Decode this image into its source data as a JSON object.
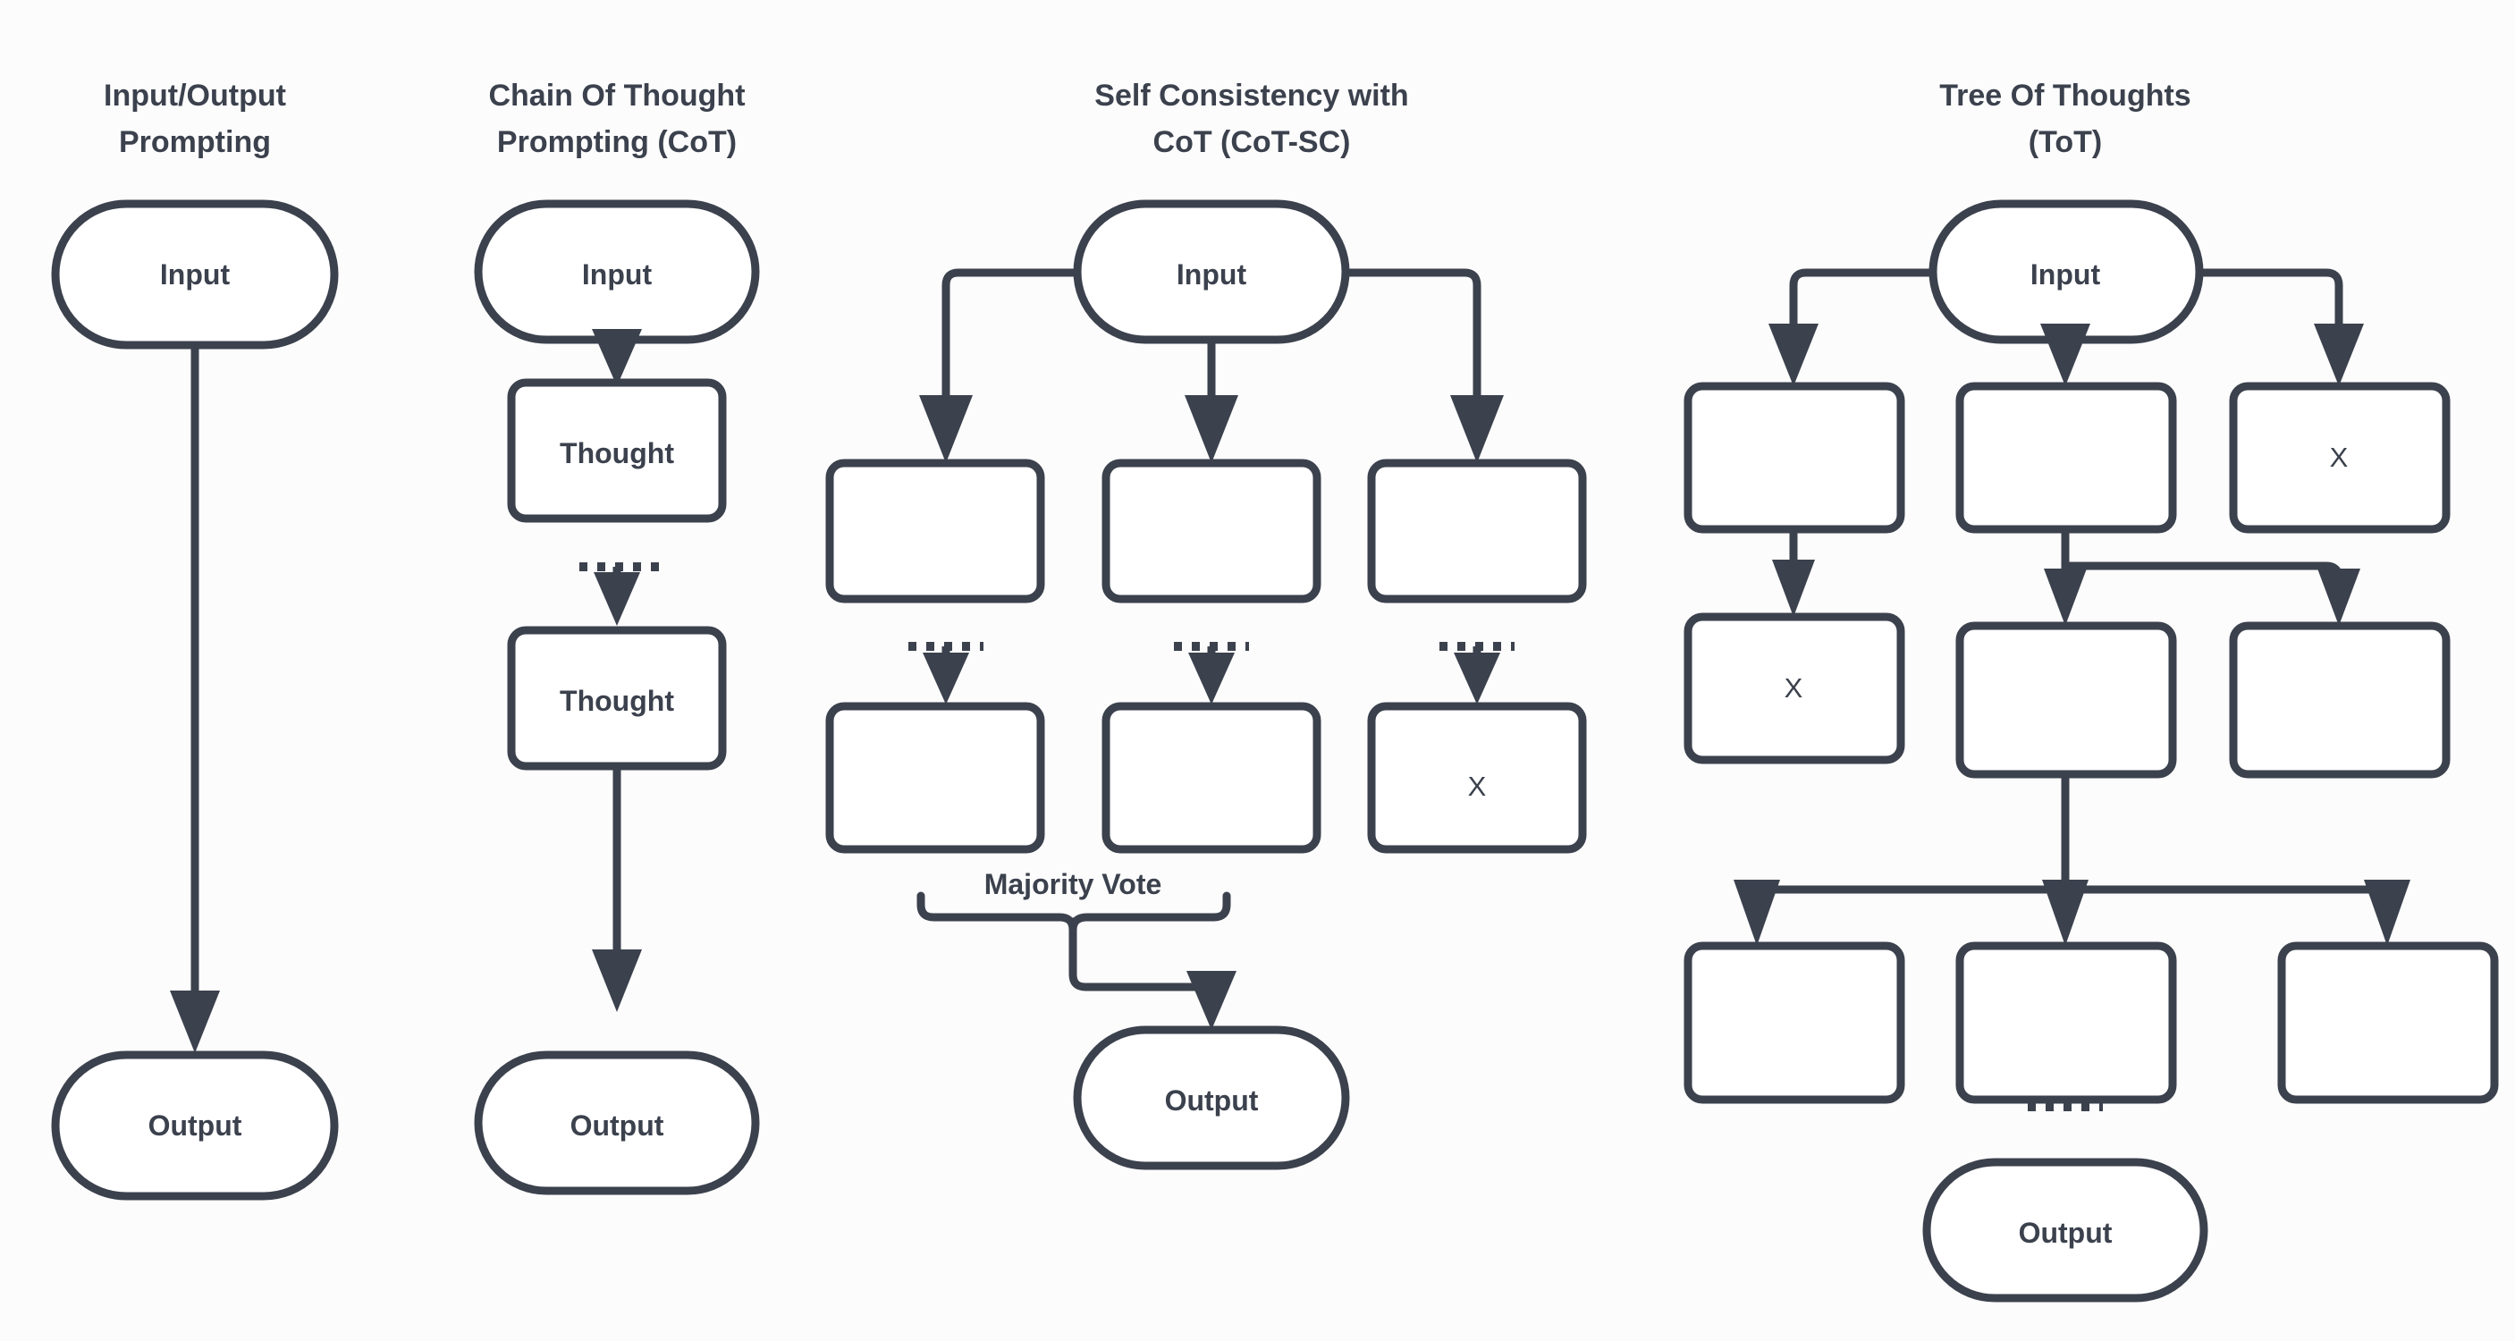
{
  "figure": {
    "background_color": "#fcfcfc",
    "stroke_color": "#3b414d",
    "node_fill": "#ffffff"
  },
  "columns": [
    {
      "id": "io",
      "title_line1": "Input/Output",
      "title_line2": "Prompting",
      "nodes": [
        {
          "id": "io-input",
          "label": "Input",
          "shape": "pill"
        },
        {
          "id": "io-output",
          "label": "Output",
          "shape": "pill"
        }
      ]
    },
    {
      "id": "cot",
      "title_line1": "Chain Of Thought",
      "title_line2": "Prompting (CoT)",
      "nodes": [
        {
          "id": "cot-input",
          "label": "Input",
          "shape": "pill"
        },
        {
          "id": "cot-thought-1",
          "label": "Thought",
          "shape": "box"
        },
        {
          "id": "cot-thought-2",
          "label": "Thought",
          "shape": "box"
        },
        {
          "id": "cot-output",
          "label": "Output",
          "shape": "pill"
        }
      ]
    },
    {
      "id": "cotsc",
      "title_line1": "Self Consistency with",
      "title_line2": "CoT (CoT-SC)",
      "vote_label": "Majority Vote",
      "nodes": [
        {
          "id": "cotsc-input",
          "label": "Input",
          "shape": "pill"
        },
        {
          "id": "cotsc-r1-c1",
          "label": "",
          "shape": "box"
        },
        {
          "id": "cotsc-r1-c2",
          "label": "",
          "shape": "box"
        },
        {
          "id": "cotsc-r1-c3",
          "label": "",
          "shape": "box"
        },
        {
          "id": "cotsc-r2-c1",
          "label": "",
          "shape": "box"
        },
        {
          "id": "cotsc-r2-c2",
          "label": "",
          "shape": "box"
        },
        {
          "id": "cotsc-r2-c3",
          "label": "X",
          "shape": "box"
        },
        {
          "id": "cotsc-output",
          "label": "Output",
          "shape": "pill"
        }
      ]
    },
    {
      "id": "tot",
      "title_line1": "Tree Of Thoughts",
      "title_line2": "(ToT)",
      "nodes": [
        {
          "id": "tot-input",
          "label": "Input",
          "shape": "pill"
        },
        {
          "id": "tot-r1-c1",
          "label": "",
          "shape": "box"
        },
        {
          "id": "tot-r1-c2",
          "label": "",
          "shape": "box"
        },
        {
          "id": "tot-r1-c3",
          "label": "X",
          "shape": "box"
        },
        {
          "id": "tot-r2-c1",
          "label": "X",
          "shape": "box"
        },
        {
          "id": "tot-r2-c2",
          "label": "",
          "shape": "box"
        },
        {
          "id": "tot-r2-c3",
          "label": "",
          "shape": "box"
        },
        {
          "id": "tot-r3-c1",
          "label": "",
          "shape": "box"
        },
        {
          "id": "tot-r3-c2",
          "label": "",
          "shape": "box"
        },
        {
          "id": "tot-r3-c3",
          "label": "",
          "shape": "box"
        },
        {
          "id": "tot-output",
          "label": "Output",
          "shape": "pill"
        }
      ]
    }
  ]
}
